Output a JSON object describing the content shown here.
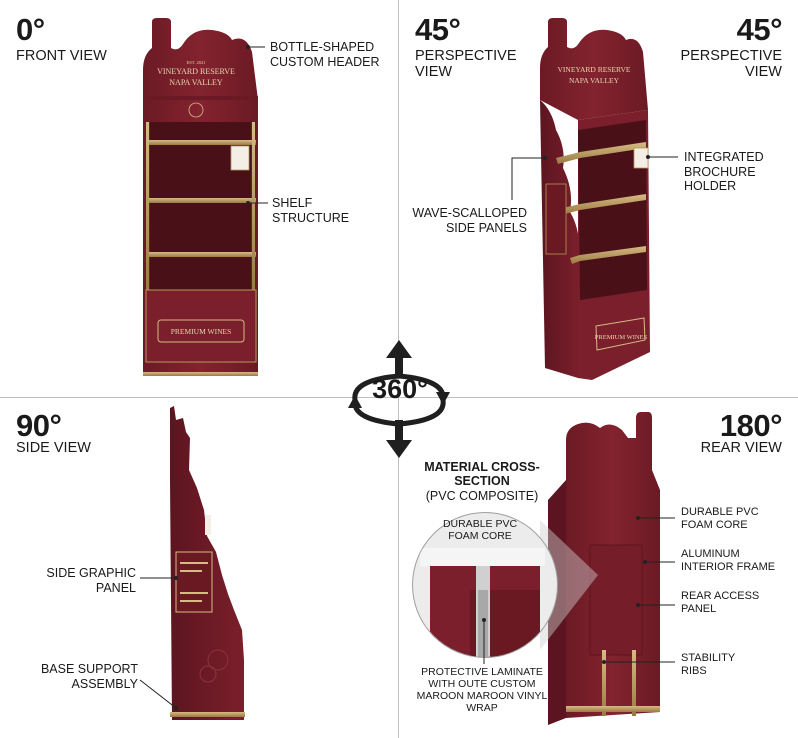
{
  "views": {
    "front": {
      "angle": "0°",
      "label": "FRONT VIEW"
    },
    "persp_left": {
      "angle": "45°",
      "label": "PERSPECTIVE VIEW"
    },
    "persp_right": {
      "angle": "45°",
      "label": "PERSPECTIVE VIEW"
    },
    "side": {
      "angle": "90°",
      "label": "SIDE VIEW"
    },
    "rear": {
      "angle": "180°",
      "label": "REAR VIEW"
    }
  },
  "rotation": {
    "label": "360°"
  },
  "product": {
    "brand_line1": "VINEYARD RESERVE",
    "brand_line2": "NAPA VALLEY",
    "est": "EST. 2021",
    "base_panel": "PREMIUM WINES"
  },
  "callouts": {
    "bottle_header": "BOTTLE-SHAPED CUSTOM HEADER",
    "shelf": "SHELF STRUCTURE",
    "brochure": "INTEGRATED BROCHURE HOLDER",
    "wave": "WAVE-SCALLOPED SIDE PANELS",
    "side_graphic": "SIDE GRAPHIC PANEL",
    "base_support": "BASE SUPPORT ASSEMBLY",
    "foam_core": "DURABLE PVC FOAM CORE",
    "aluminum": "ALUMINUM INTERIOR FRAME",
    "rear_access": "REAR ACCESS PANEL",
    "ribs": "STABILITY RIBS"
  },
  "material": {
    "title": "MATERIAL CROSS-SECTION",
    "subtitle": "(PVC COMPOSITE)",
    "lens_label": "DURABLE PVC FOAM CORE",
    "laminate": "PROTECTIVE LAMINATE WITH OUTE CUSTOM MAROON MAROON VINYL WRAP"
  },
  "colors": {
    "maroon": "#7a1f2b",
    "maroon_dark": "#5e1620",
    "gold": "#b8975a",
    "text": "#1a1a1a"
  }
}
